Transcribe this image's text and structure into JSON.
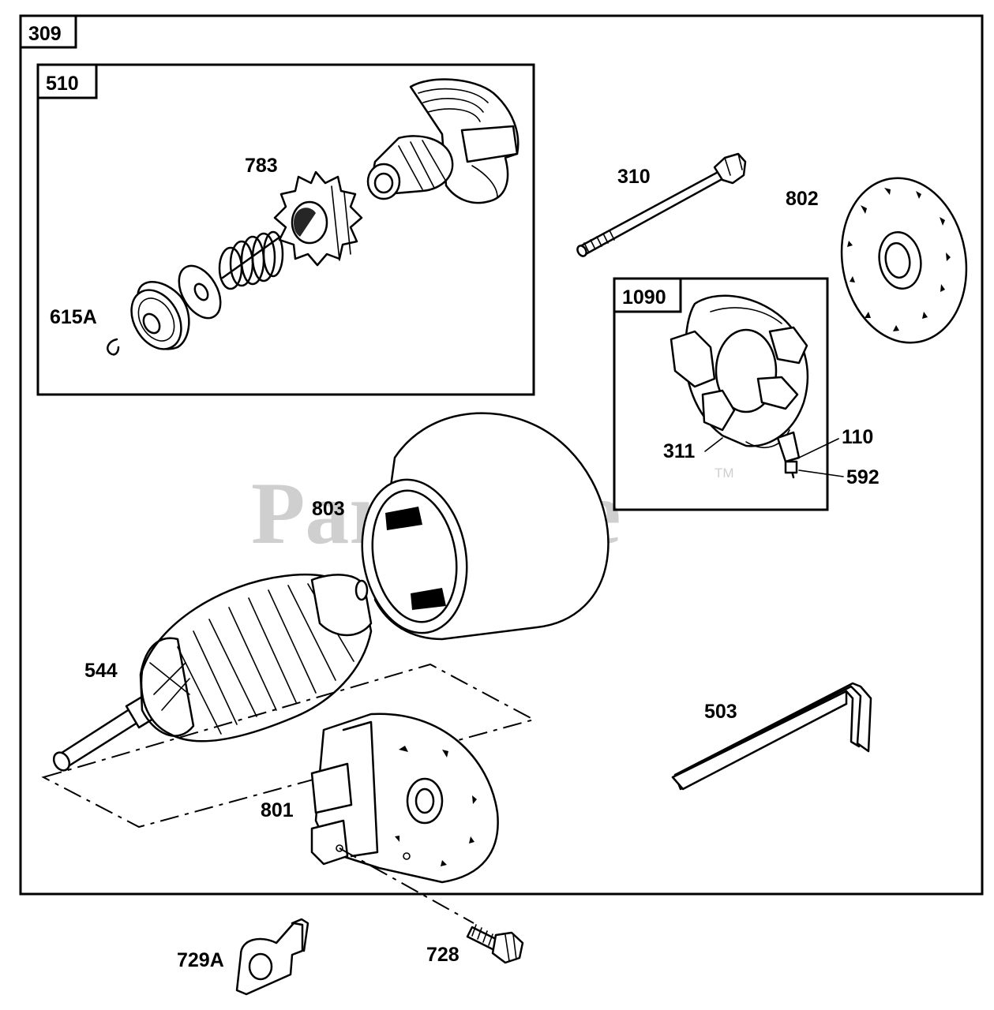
{
  "diagram": {
    "watermark": "PartsTree",
    "watermark_mark": "TM",
    "boxes": {
      "main": "309",
      "drive": "510",
      "brush": "1090"
    },
    "parts": {
      "p783": "783",
      "p615A": "615A",
      "p310": "310",
      "p802": "802",
      "p311": "311",
      "p110": "110",
      "p592": "592",
      "p803": "803",
      "p544": "544",
      "p503": "503",
      "p801": "801",
      "p729A": "729A",
      "p728": "728"
    }
  }
}
